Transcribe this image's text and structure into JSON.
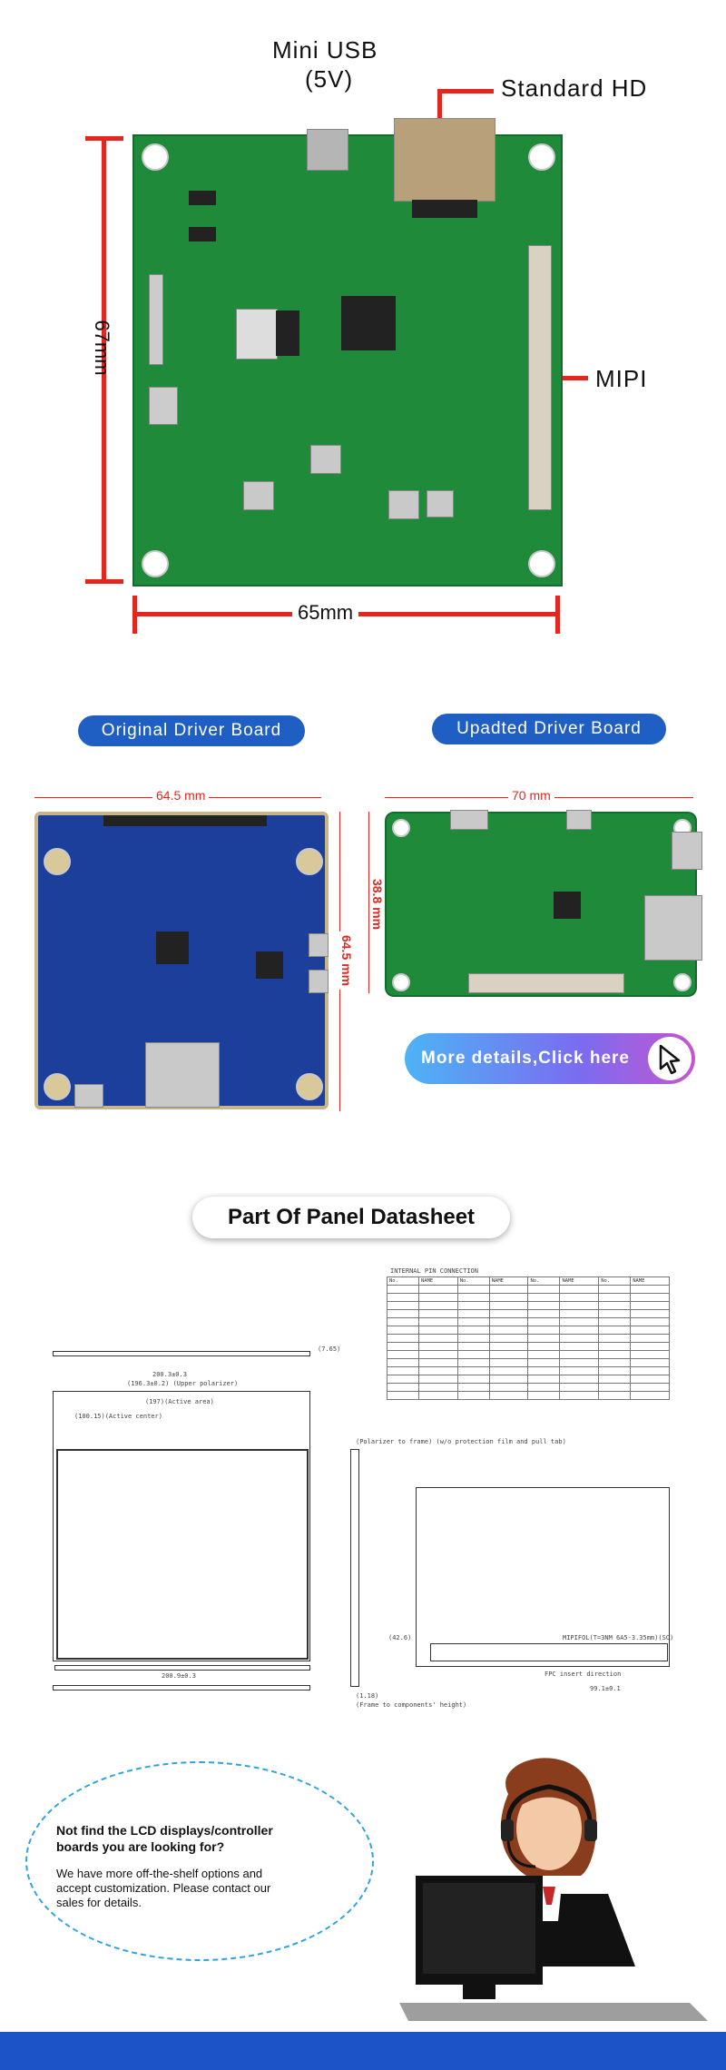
{
  "section1": {
    "mini_usb_label": "Mini USB",
    "mini_usb_voltage": "(5V)",
    "hdmi_label": "Standard HD",
    "mipi_label": "MIPI",
    "height_label": "67mm",
    "width_label": "65mm"
  },
  "section2": {
    "original_label": "Original Driver Board",
    "updated_label": "Upadted Driver Board",
    "original_width": "64.5 mm",
    "original_height": "64.5 mm",
    "updated_width": "70 mm",
    "updated_height": "38.8 mm",
    "cta_label": "More details,Click here"
  },
  "section3": {
    "title": "Part Of Panel Datasheet",
    "pin_header": "INTERNAL PIN CONNECTION",
    "pin_columns": [
      "No.",
      "NAME",
      "No.",
      "NAME",
      "No.",
      "NAME",
      "No.",
      "NAME"
    ],
    "notes": {
      "thickness": "(7.65)",
      "outline_width": "200.3±0.3",
      "polarizer": "(196.3±0.2) (Upper polarizer)",
      "active_area": "(197)(Active area)",
      "active_center": "(100.15)(Active center)",
      "bottom_width": "200.9±0.3",
      "right_height": "(42.6)",
      "fpc_direction": "FPC insert direction",
      "fpc_width": "99.1±0.1",
      "fpc_part": "MIPIFOL(T=3NM 6A5-3.35mm)(SC)",
      "comp_height": "(1.18)",
      "comp_note": "(Frame to components' height)",
      "frame_note": "(Polarizer to frame) (w/o protection film and pull tab)"
    }
  },
  "section4": {
    "heading_line1": "Not find the LCD displays/controller",
    "heading_line2": "boards you are looking for?",
    "body_line1": "We have more off-the-shelf options and",
    "body_line2": "accept customization. Please contact our",
    "body_line3": "sales for details."
  },
  "colors": {
    "accent_red": "#e3261e",
    "button_blue": "#1f5fc4",
    "pcb_green": "#1f8a3a",
    "pcb_blue": "#1d3f9c",
    "footer_blue": "#1c54c7"
  }
}
